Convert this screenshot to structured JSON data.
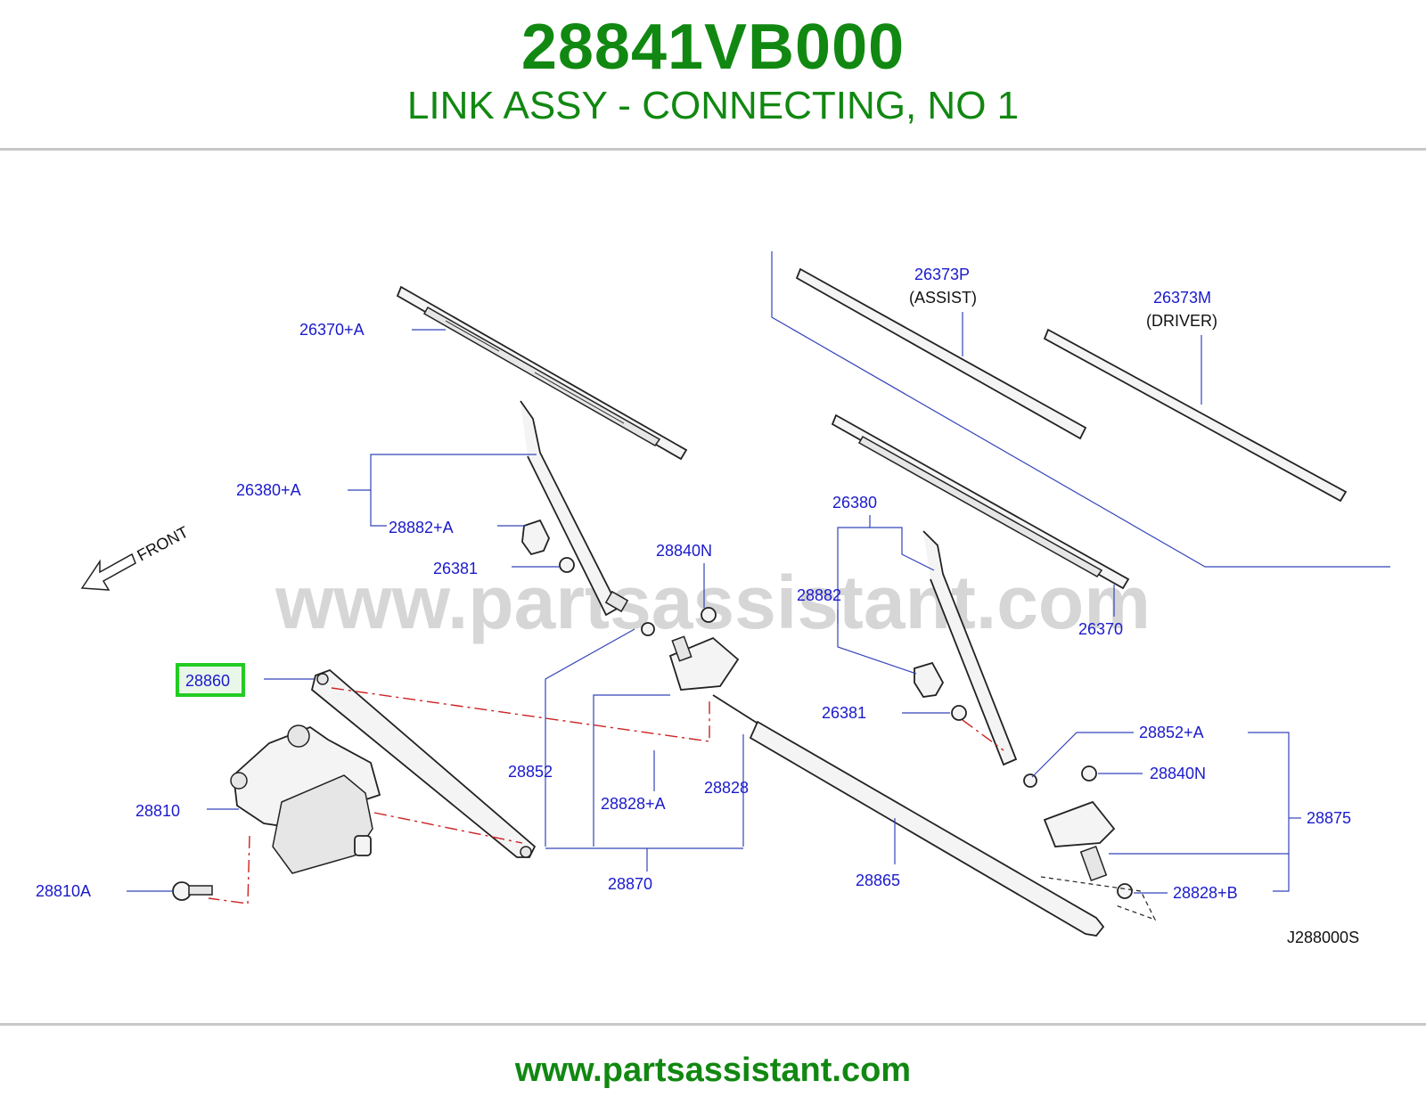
{
  "header": {
    "part_number": "28841VB000",
    "description": "LINK ASSY - CONNECTING, NO 1"
  },
  "footer": {
    "site": "www.partsassistant.com"
  },
  "diagram": {
    "watermark": "www.partsassistant.com",
    "front_label": "FRONT",
    "figure_code": "J288000S",
    "colors": {
      "title": "#118811",
      "label": "#1a1acc",
      "highlight": "#22cc22"
    },
    "highlighted_part": "28860",
    "labels": [
      "26370+A",
      "26380+A",
      "28882+A",
      "26381",
      "28840N",
      "28860",
      "28810",
      "28810A",
      "28852",
      "28828+A",
      "28828",
      "28870",
      "28865",
      "26373P",
      "(ASSIST)",
      "26373M",
      "(DRIVER)",
      "26380",
      "28882",
      "26370",
      "26381",
      "28852+A",
      "28840N",
      "28875",
      "28828+B"
    ]
  }
}
